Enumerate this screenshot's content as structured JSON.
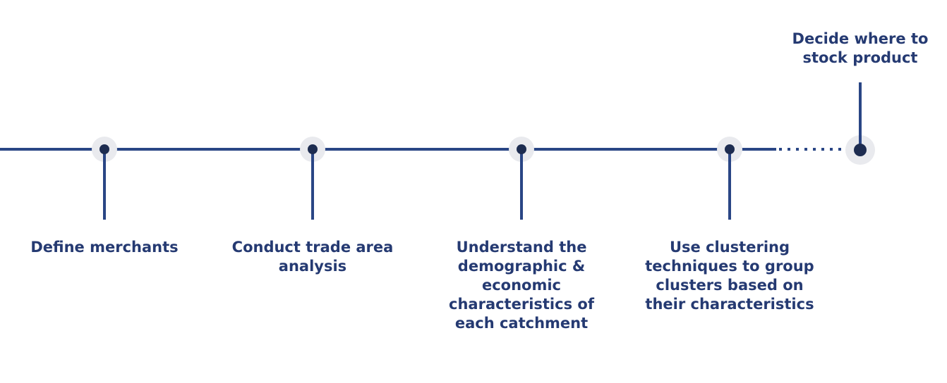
{
  "diagram": {
    "type": "horizontal-process-timeline",
    "milestones": [
      {
        "label": "Define merchants",
        "position": "below-line"
      },
      {
        "label": "Conduct trade area\nanalysis",
        "position": "below-line"
      },
      {
        "label": "Understand the\ndemographic &\neconomic\ncharacteristics of\neach catchment",
        "position": "below-line"
      },
      {
        "label": "Use clustering\ntechniques to group\nclusters based on\ntheir characteristics",
        "position": "below-line"
      },
      {
        "label": "Decide where to\nstock product",
        "position": "above-line"
      }
    ],
    "connector": {
      "solid_segment": "start to fourth milestone",
      "dotted_segment": "between fourth and fifth milestone"
    }
  },
  "theme": {
    "line_color": "#2a4685",
    "dot_color": "#1d2c50",
    "halo_color": "#e9eaee",
    "text_color": "#253a72",
    "background_color": "#ffffff"
  }
}
